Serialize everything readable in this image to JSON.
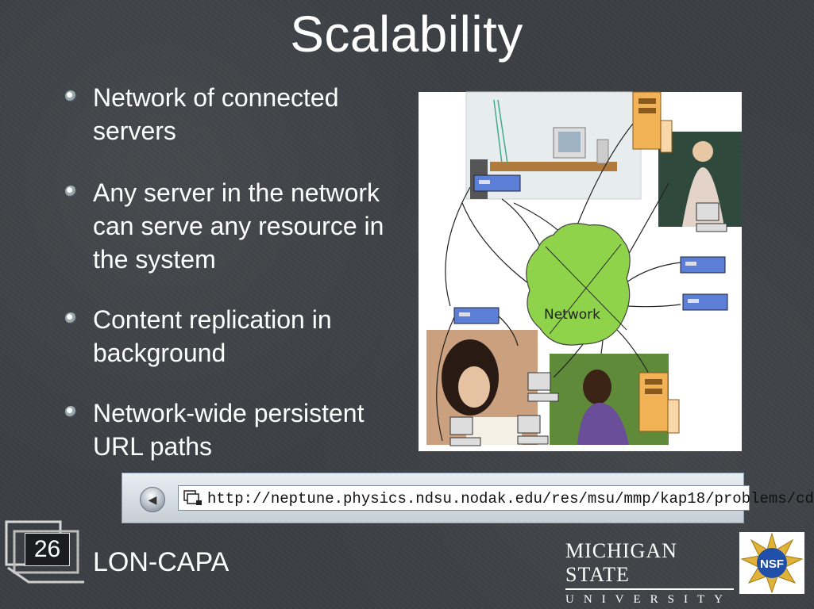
{
  "slide": {
    "title": "Scalability",
    "bullets": [
      "Network of connected servers",
      "Any server in the network can serve any resource in the system",
      "Content replication in background",
      "Network-wide persistent URL paths"
    ],
    "slide_number": "26",
    "footer": "LON-CAPA"
  },
  "figure": {
    "network_label": "Network"
  },
  "browser": {
    "url": "http://neptune.physics.ndsu.nodak.edu/res/msu/mmp/kap18/problems/cd"
  },
  "logos": {
    "msu_line1": "MICHIGAN STATE",
    "msu_line2": "UNIVERSITY",
    "nsf_text": "NSF"
  },
  "colors": {
    "background": "#3c4044",
    "network_green": "#8ed34a",
    "server_orange": "#f2b256",
    "server_blue": "#5b7fd6"
  }
}
